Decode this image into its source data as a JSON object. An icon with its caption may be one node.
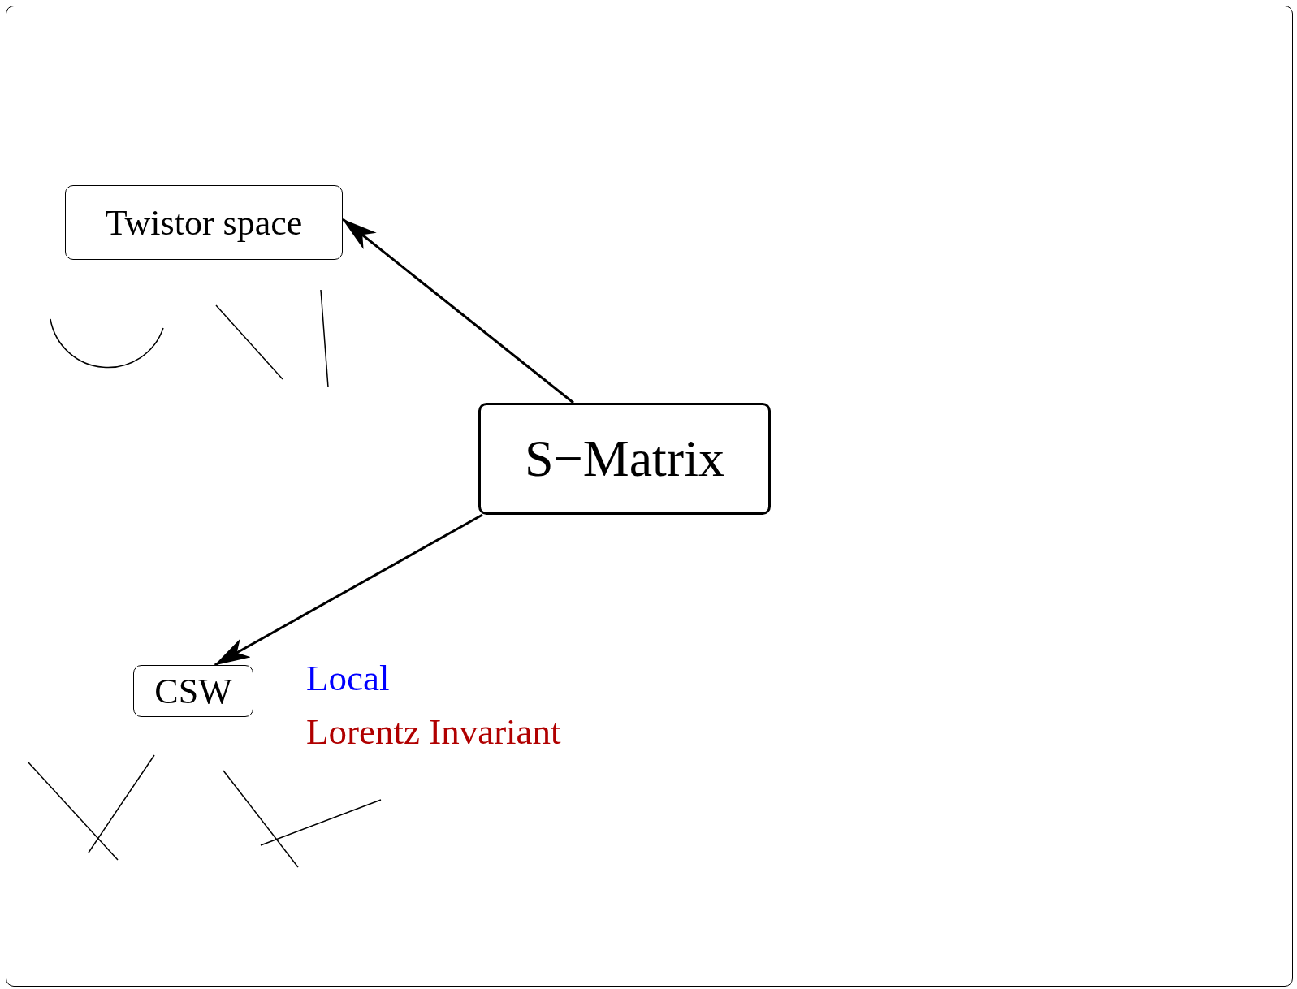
{
  "diagram": {
    "nodes": [
      {
        "text": [
          "Twistor space"
        ]
      },
      {
        "text": [
          "S−Matrix"
        ]
      },
      {
        "text": [
          "CSW"
        ]
      }
    ],
    "edges": [
      {
        "from": 1,
        "to": 0,
        "arrow": "to"
      },
      {
        "from": 1,
        "to": 2,
        "arrow": "to"
      }
    ],
    "labels": [
      "Local",
      "Lorentz Invariant"
    ]
  }
}
